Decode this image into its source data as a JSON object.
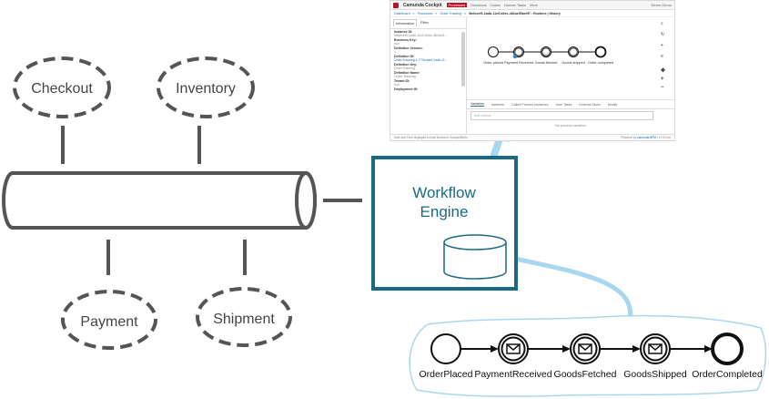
{
  "services": [
    {
      "label": "Checkout"
    },
    {
      "label": "Inventory"
    },
    {
      "label": "Payment"
    },
    {
      "label": "Shipment"
    }
  ],
  "engine": {
    "line1": "Workflow",
    "line2": "Engine"
  },
  "process": {
    "nodes": [
      "OrderPlaced",
      "PaymentReceived",
      "GoodsFetched",
      "GoodsShipped",
      "OrderCompleted"
    ]
  },
  "colors": {
    "engine_border": "#1a6a83",
    "engine_text": "#1a6a83",
    "connector_light": "#a9d8ee",
    "service_stroke": "#555555",
    "bus_stroke": "#555555"
  },
  "cockpit": {
    "brand": "Camunda Cockpit",
    "nav": [
      "Processes",
      "Decisions",
      "Cases",
      "Human Tasks",
      "More"
    ],
    "user": "Demo Demo",
    "crumbs": [
      "Dashboard",
      "»",
      "Processes",
      "»",
      "Order Tracking",
      "»"
    ],
    "crumb_current": "5b6ecef0-2adb-11e9-b0ec-482ae55ae0f7 : Runtime | History",
    "side_tabs": [
      "Information",
      "Filter"
    ],
    "fields": [
      {
        "k": "Instance ID:",
        "v": "5b6ecef0-2adb-11e9-b0ec-482ae5..."
      },
      {
        "k": "Business Key:",
        "v": "null"
      },
      {
        "k": "Definition Version:",
        "v": "1"
      },
      {
        "k": "Definition ID:",
        "v": "OrderTracking:1:773edaef-2adb-11..."
      },
      {
        "k": "Definition Key:",
        "v": "OrderTracking"
      },
      {
        "k": "Definition Name:",
        "v": "Order Tracking"
      },
      {
        "k": "Tenant ID:",
        "v": "null"
      },
      {
        "k": "Deployment ID:",
        "v": ""
      }
    ],
    "mini_nodes": [
      "Order placed",
      "Payment Received",
      "Goods fetched",
      "Goods shipped",
      "Order completed"
    ],
    "tabs": [
      "Variables",
      "Incidents",
      "Called Process Instances",
      "User Tasks",
      "External Tasks",
      "Modify"
    ],
    "filter_placeholder": "Add criteria",
    "no_vars": "No process variables",
    "footer_left": "Date and Time displayed in local timezone: Europe/Berlin",
    "footer_right_text": "Powered by",
    "footer_right_link": "camunda BPM",
    "footer_version": "/ v7.9.0-ee",
    "tools": [
      "⌕",
      "↻",
      "+",
      "≡"
    ],
    "tools2": [
      "✥",
      "+",
      "−"
    ]
  }
}
